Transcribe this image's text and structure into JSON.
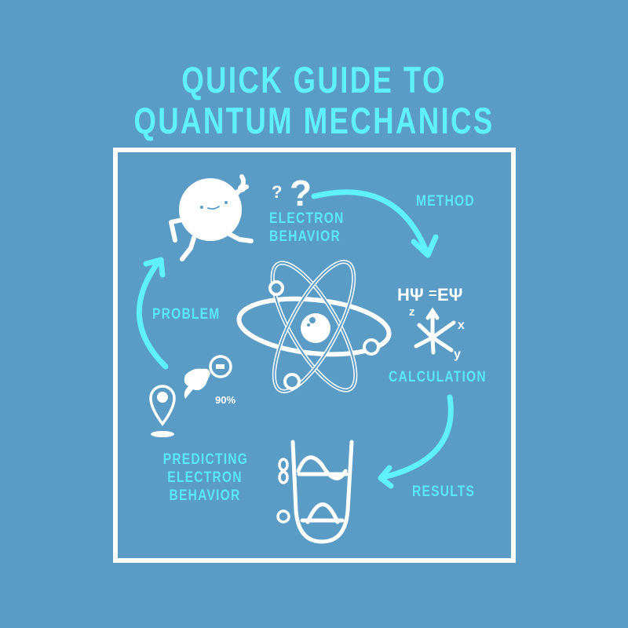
{
  "title": {
    "line1": "QUICK GUIDE TO",
    "line2": "QUANTUM MECHANICS"
  },
  "colors": {
    "background": "#5b9cc6",
    "accent": "#5ff0fb",
    "frame": "#ffffff",
    "icons": "#ffffff"
  },
  "cycle": {
    "electron_behavior": {
      "line1": "ELECTRON",
      "line2": "BEHAVIOR"
    },
    "method": "METHOD",
    "calculation": "CALCULATION",
    "results": "RESULTS",
    "predicting": {
      "line1": "PREDICTING",
      "line2": "ELECTRON",
      "line3": "BEHAVIOR"
    },
    "problem": "PROBLEM"
  },
  "equation": {
    "text": "HΨ=EΨ",
    "lhs": "HΨ",
    "eq": "=",
    "rhs": "EΨ"
  },
  "axes": {
    "x": "x",
    "y": "y",
    "z": "z"
  },
  "question_marks": {
    "small": "?",
    "large": "?"
  },
  "prediction": {
    "percent": "90%"
  }
}
